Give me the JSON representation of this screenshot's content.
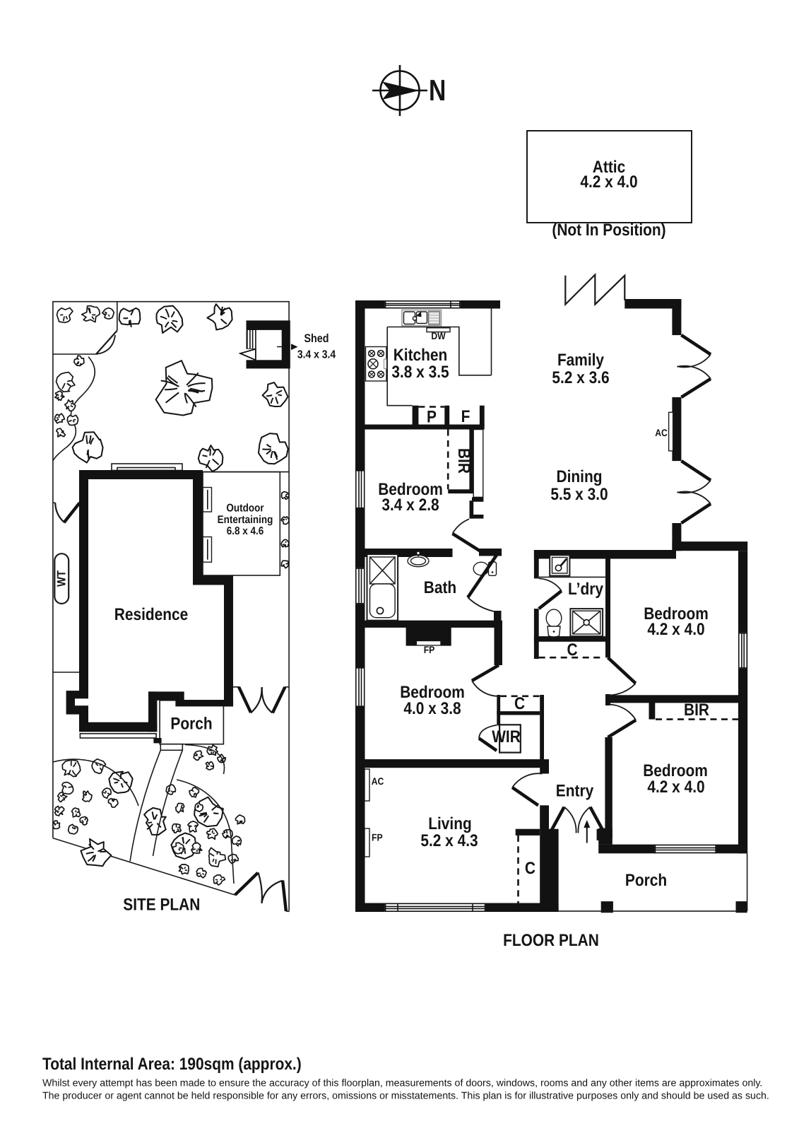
{
  "compass": {
    "label": "N"
  },
  "attic": {
    "name": "Attic",
    "dims": "4.2 x 4.0",
    "note": "(Not In Position)"
  },
  "site_plan": {
    "title": "SITE PLAN",
    "residence": "Residence",
    "porch": "Porch",
    "water_tank": "WT",
    "shed_name": "Shed",
    "shed_dims": "3.4 x 3.4",
    "outdoor_line1": "Outdoor",
    "outdoor_line2": "Entertaining",
    "outdoor_dims": "6.8 x 4.6"
  },
  "floor_plan": {
    "title": "FLOOR PLAN",
    "rooms": [
      {
        "name": "Kitchen",
        "dims": "3.8 x 3.5"
      },
      {
        "name": "Family",
        "dims": "5.2 x 3.6"
      },
      {
        "name": "Dining",
        "dims": "5.5 x 3.0"
      },
      {
        "name": "Bedroom",
        "dims": "3.4 x 2.8"
      },
      {
        "name": "Bath",
        "dims": ""
      },
      {
        "name": "L’dry",
        "dims": ""
      },
      {
        "name": "Bedroom",
        "dims": "4.2 x 4.0"
      },
      {
        "name": "Bedroom",
        "dims": "4.0 x 3.8"
      },
      {
        "name": "Bedroom",
        "dims": "4.2 x 4.0"
      },
      {
        "name": "Living",
        "dims": "5.2 x 4.3"
      },
      {
        "name": "Entry",
        "dims": ""
      },
      {
        "name": "Porch",
        "dims": ""
      }
    ],
    "labels": {
      "dw": "DW",
      "pantry": "P",
      "fridge": "F",
      "bir": "BIR",
      "bir2": "BIR",
      "wir": "WIR",
      "cupboard1": "C",
      "cupboard2": "C",
      "cupboard3": "C",
      "ac_family": "AC",
      "ac_living": "AC",
      "fp_bedroom": "FP",
      "fp_living": "FP"
    }
  },
  "footer": {
    "area": "Total Internal Area: 190sqm (approx.)",
    "disclaimer1": "Whilst every attempt has been made to ensure the accuracy of this floorplan, measurements of doors, windows, rooms and any other items are approximates only.",
    "disclaimer2": "The producer or agent cannot be held responsible for any errors, omissions or misstatements. This plan is for illustrative purposes only and should be used as such."
  }
}
